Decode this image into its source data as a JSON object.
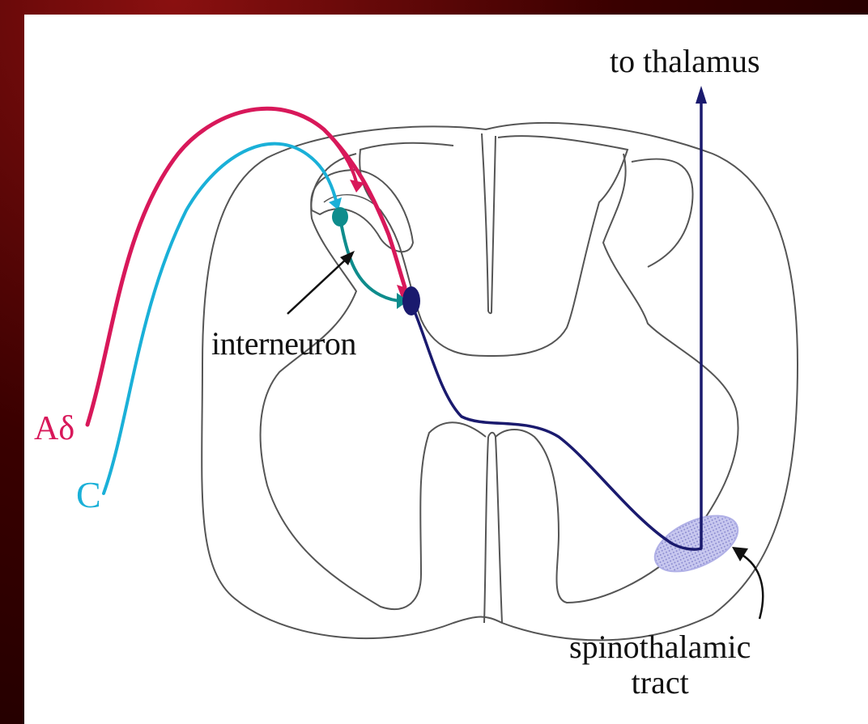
{
  "labels": {
    "to_thalamus": "to thalamus",
    "interneuron": "interneuron",
    "a_delta": "Aδ",
    "c_fiber": "C",
    "spinothalamic_line1": "spinothalamic",
    "spinothalamic_line2": "tract"
  },
  "colors": {
    "a_delta_fiber": "#d8185a",
    "c_fiber": "#1ab0d8",
    "interneuron": "#0e8c8c",
    "projection_neuron": "#1a1a6e",
    "tract": "#a8a8e0",
    "outline": "#555555",
    "background_frame": "#5a0000"
  }
}
